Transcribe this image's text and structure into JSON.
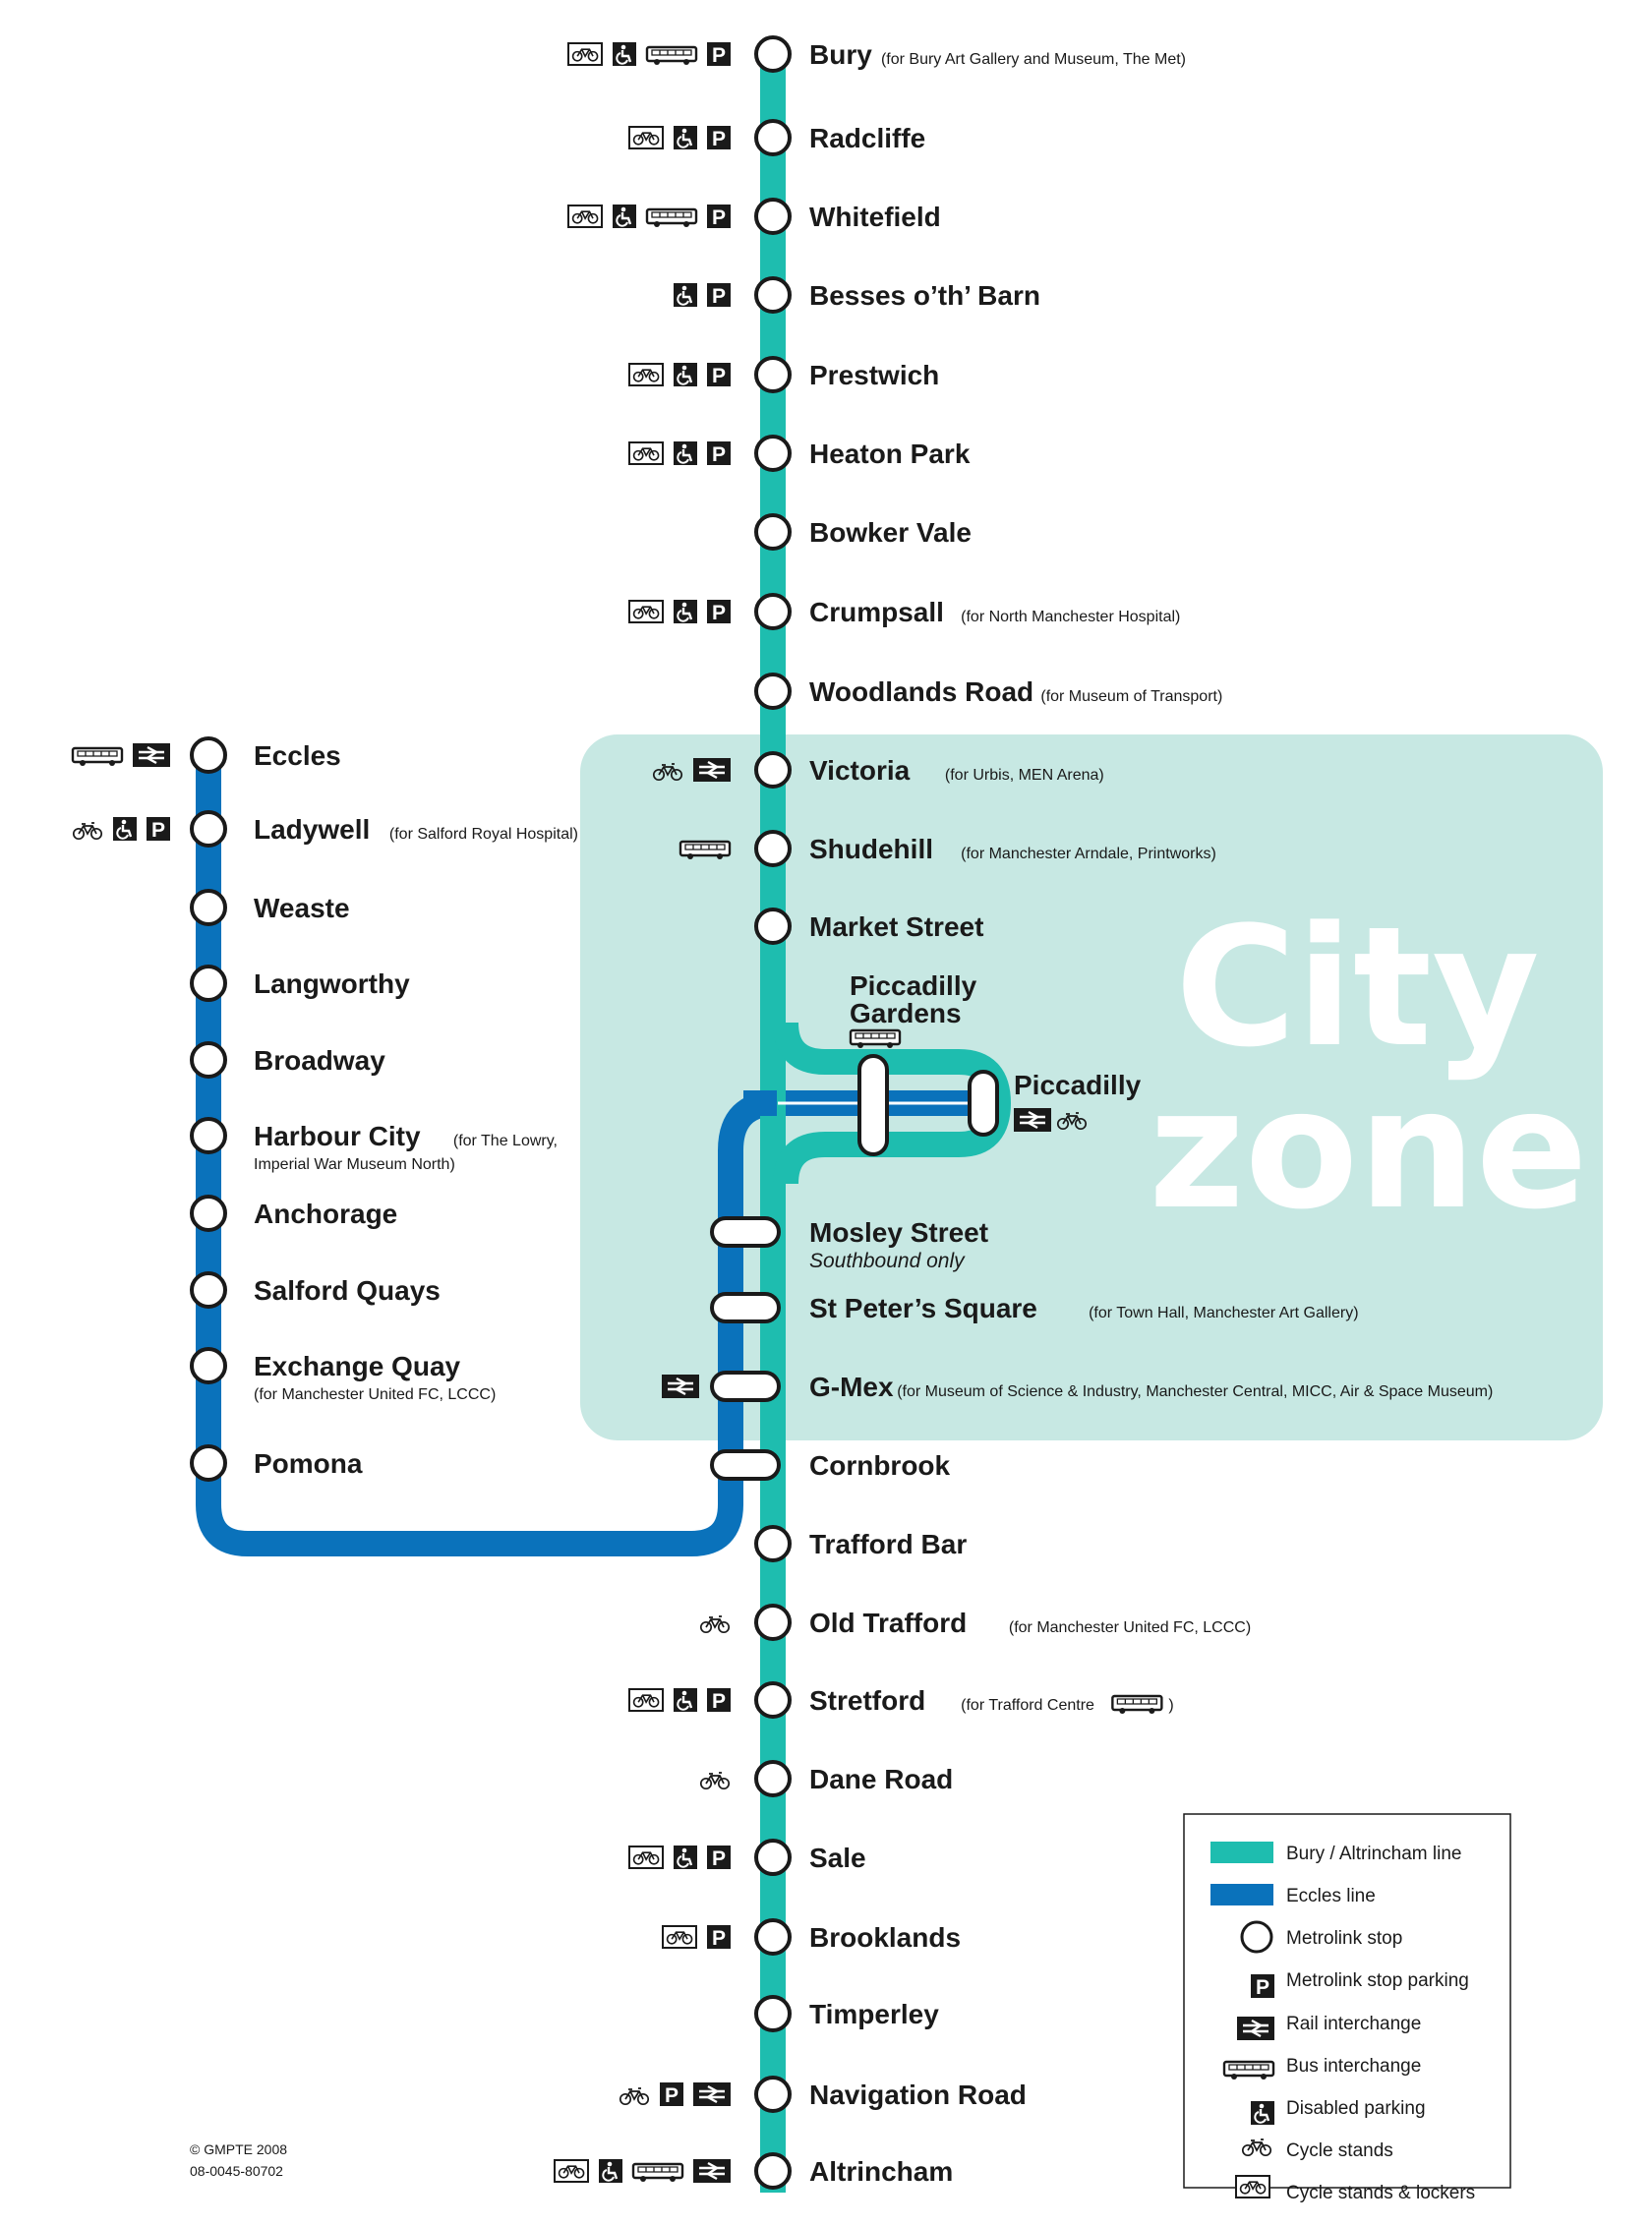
{
  "colors": {
    "bury_altrincham": "#1ebdaf",
    "eccles": "#0a72bb",
    "city_zone": "#c7e8e3",
    "ink": "#1a1a1a"
  },
  "city_zone": {
    "line1": "City",
    "line2": "zone"
  },
  "bury_line": [
    {
      "id": "bury",
      "name": "Bury",
      "note": "(for Bury Art Gallery and Museum, The Met)",
      "icons": [
        "cycle-lockers",
        "disabled",
        "bus",
        "parking"
      ]
    },
    {
      "id": "radcliffe",
      "name": "Radcliffe",
      "icons": [
        "cycle-lockers",
        "disabled",
        "parking"
      ]
    },
    {
      "id": "whitefield",
      "name": "Whitefield",
      "icons": [
        "cycle-lockers",
        "disabled",
        "bus",
        "parking"
      ]
    },
    {
      "id": "besses",
      "name": "Besses o’th’ Barn",
      "icons": [
        "disabled",
        "parking"
      ]
    },
    {
      "id": "prestwich",
      "name": "Prestwich",
      "icons": [
        "cycle-lockers",
        "disabled",
        "parking"
      ]
    },
    {
      "id": "heaton-park",
      "name": "Heaton Park",
      "icons": [
        "cycle-lockers",
        "disabled",
        "parking"
      ]
    },
    {
      "id": "bowker-vale",
      "name": "Bowker Vale",
      "icons": []
    },
    {
      "id": "crumpsall",
      "name": "Crumpsall",
      "note": "(for North Manchester Hospital)",
      "icons": [
        "cycle-lockers",
        "disabled",
        "parking"
      ]
    },
    {
      "id": "woodlands-road",
      "name": "Woodlands Road",
      "note": "(for Museum of Transport)",
      "icons": []
    },
    {
      "id": "victoria",
      "name": "Victoria",
      "note": "(for Urbis, MEN Arena)",
      "icons": [
        "cycle",
        "rail"
      ]
    },
    {
      "id": "shudehill",
      "name": "Shudehill",
      "note": "(for Manchester Arndale, Printworks)",
      "icons": [
        "bus"
      ]
    },
    {
      "id": "market-street",
      "name": "Market Street",
      "icons": []
    }
  ],
  "piccadilly_gardens": {
    "line1": "Piccadilly",
    "line2": "Gardens",
    "icons": [
      "bus"
    ]
  },
  "piccadilly": {
    "name": "Piccadilly",
    "icons": [
      "rail",
      "cycle"
    ]
  },
  "city_stops": [
    {
      "id": "mosley-street",
      "name": "Mosley Street",
      "sub": "Southbound only",
      "icons": []
    },
    {
      "id": "st-peters-square",
      "name": "St Peter’s Square",
      "note": "(for Town Hall, Manchester Art Gallery)",
      "icons": []
    },
    {
      "id": "g-mex",
      "name": "G-Mex",
      "note": "(for Museum of Science & Industry, Manchester Central, MICC, Air & Space Museum)",
      "icons": [
        "rail"
      ]
    },
    {
      "id": "cornbrook",
      "name": "Cornbrook",
      "icons": []
    }
  ],
  "altrincham_line": [
    {
      "id": "trafford-bar",
      "name": "Trafford Bar",
      "icons": []
    },
    {
      "id": "old-trafford",
      "name": "Old Trafford",
      "note": "(for Manchester United FC, LCCC)",
      "icons": [
        "cycle"
      ]
    },
    {
      "id": "stretford",
      "name": "Stretford",
      "note": "(for Trafford Centre",
      "note_end": ")",
      "icons": [
        "cycle-lockers",
        "disabled",
        "parking"
      ]
    },
    {
      "id": "dane-road",
      "name": "Dane Road",
      "icons": [
        "cycle"
      ]
    },
    {
      "id": "sale",
      "name": "Sale",
      "icons": [
        "cycle-lockers",
        "disabled",
        "parking"
      ]
    },
    {
      "id": "brooklands",
      "name": "Brooklands",
      "icons": [
        "cycle-lockers",
        "parking"
      ]
    },
    {
      "id": "timperley",
      "name": "Timperley",
      "icons": []
    },
    {
      "id": "navigation-road",
      "name": "Navigation Road",
      "icons": [
        "cycle",
        "parking",
        "rail"
      ]
    },
    {
      "id": "altrincham",
      "name": "Altrincham",
      "icons": [
        "cycle-lockers",
        "disabled",
        "bus",
        "rail"
      ]
    }
  ],
  "eccles_line": [
    {
      "id": "eccles",
      "name": "Eccles",
      "icons": [
        "bus",
        "rail"
      ]
    },
    {
      "id": "ladywell",
      "name": "Ladywell",
      "note": "(for Salford Royal Hospital)",
      "icons": [
        "cycle",
        "disabled",
        "parking"
      ]
    },
    {
      "id": "weaste",
      "name": "Weaste",
      "icons": []
    },
    {
      "id": "langworthy",
      "name": "Langworthy",
      "icons": []
    },
    {
      "id": "broadway",
      "name": "Broadway",
      "icons": []
    },
    {
      "id": "harbour-city",
      "name": "Harbour City",
      "note": "(for The Lowry,",
      "note2": "Imperial War Museum North)",
      "icons": []
    },
    {
      "id": "anchorage",
      "name": "Anchorage",
      "icons": []
    },
    {
      "id": "salford-quays",
      "name": "Salford Quays",
      "icons": []
    },
    {
      "id": "exchange-quay",
      "name": "Exchange Quay",
      "note2": "(for Manchester United FC, LCCC)",
      "icons": []
    },
    {
      "id": "pomona",
      "name": "Pomona",
      "icons": []
    }
  ],
  "legend": {
    "items": [
      {
        "key": "bury-altrincham-line",
        "label": "Bury / Altrincham line"
      },
      {
        "key": "eccles-line",
        "label": "Eccles line"
      },
      {
        "key": "metrolink-stop",
        "label": "Metrolink stop"
      },
      {
        "key": "parking",
        "label": "Metrolink stop parking"
      },
      {
        "key": "rail",
        "label": "Rail interchange"
      },
      {
        "key": "bus",
        "label": "Bus interchange"
      },
      {
        "key": "disabled",
        "label": "Disabled parking"
      },
      {
        "key": "cycle",
        "label": "Cycle stands"
      },
      {
        "key": "cycle-lockers",
        "label": "Cycle stands & lockers"
      }
    ]
  },
  "copyright": {
    "line1": "© GMPTE 2008",
    "line2": "08-0045-80702"
  }
}
